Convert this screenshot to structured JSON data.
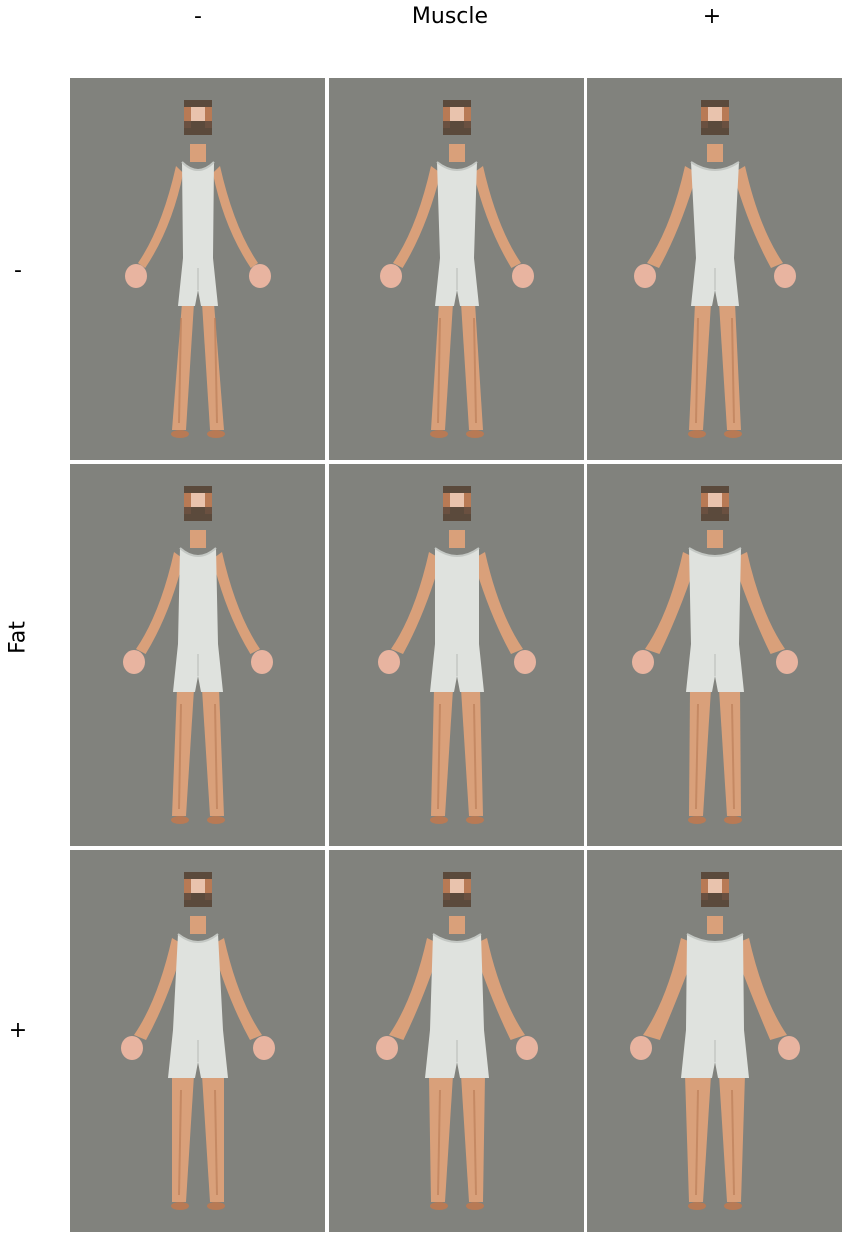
{
  "column_axis": {
    "title": "Muscle",
    "low_label": "-",
    "high_label": "+"
  },
  "row_axis": {
    "title": "Fat",
    "low_label": "-",
    "high_label": "+"
  },
  "grid": {
    "rows": 3,
    "cols": 3,
    "background_color": "#81827d",
    "divider_color": "#ffffff",
    "figure_colors": {
      "skin": "#d9a07a",
      "skin_shade": "#b87a55",
      "clothing": "#dfe2de",
      "clothing_shade": "#c4c8c4",
      "hair": "#5b4a3c",
      "face_pixel_light": "#e9c3ad",
      "face_pixel_dark": "#6a5040"
    },
    "cells": [
      {
        "muscle_level": -1,
        "fat_level": -1
      },
      {
        "muscle_level": 0,
        "fat_level": -1
      },
      {
        "muscle_level": 1,
        "fat_level": -1
      },
      {
        "muscle_level": -1,
        "fat_level": 0
      },
      {
        "muscle_level": 0,
        "fat_level": 0
      },
      {
        "muscle_level": 1,
        "fat_level": 0
      },
      {
        "muscle_level": -1,
        "fat_level": 1
      },
      {
        "muscle_level": 0,
        "fat_level": 1
      },
      {
        "muscle_level": 1,
        "fat_level": 1
      }
    ]
  }
}
